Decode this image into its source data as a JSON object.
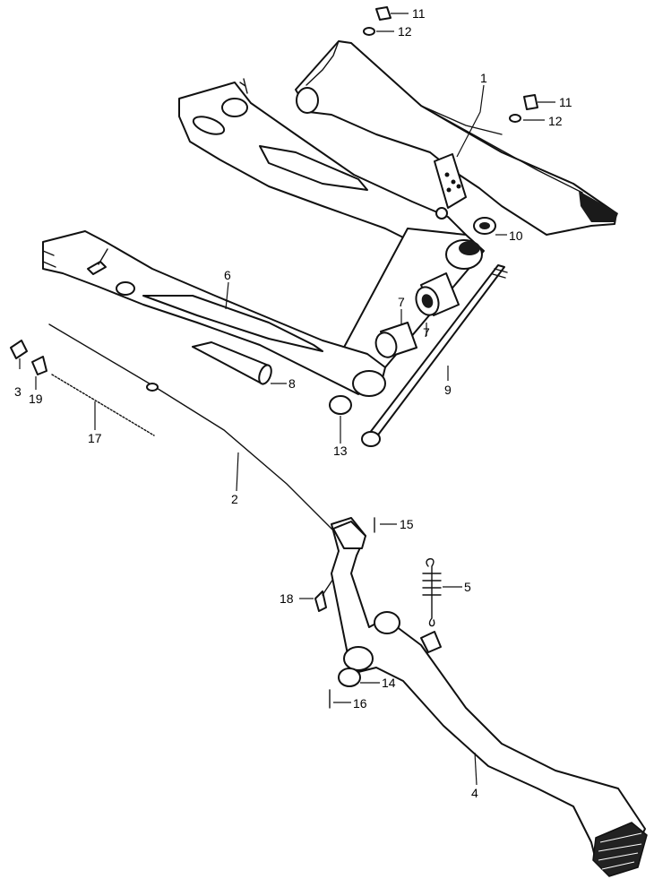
{
  "diagram": {
    "callouts": [
      {
        "id": "c11a",
        "text": "11"
      },
      {
        "id": "c12a",
        "text": "12"
      },
      {
        "id": "c1",
        "text": "1"
      },
      {
        "id": "c11b",
        "text": "11"
      },
      {
        "id": "c12b",
        "text": "12"
      },
      {
        "id": "c10",
        "text": "10"
      },
      {
        "id": "c6",
        "text": "6"
      },
      {
        "id": "c7a",
        "text": "7"
      },
      {
        "id": "c7b",
        "text": "7"
      },
      {
        "id": "c8",
        "text": "8"
      },
      {
        "id": "c9",
        "text": "9"
      },
      {
        "id": "c3",
        "text": "3"
      },
      {
        "id": "c19",
        "text": "19"
      },
      {
        "id": "c17",
        "text": "17"
      },
      {
        "id": "c13",
        "text": "13"
      },
      {
        "id": "c2",
        "text": "2"
      },
      {
        "id": "c15",
        "text": "15"
      },
      {
        "id": "c5",
        "text": "5"
      },
      {
        "id": "c18",
        "text": "18"
      },
      {
        "id": "c14",
        "text": "14"
      },
      {
        "id": "c16",
        "text": "16"
      },
      {
        "id": "c4",
        "text": "4"
      }
    ]
  }
}
